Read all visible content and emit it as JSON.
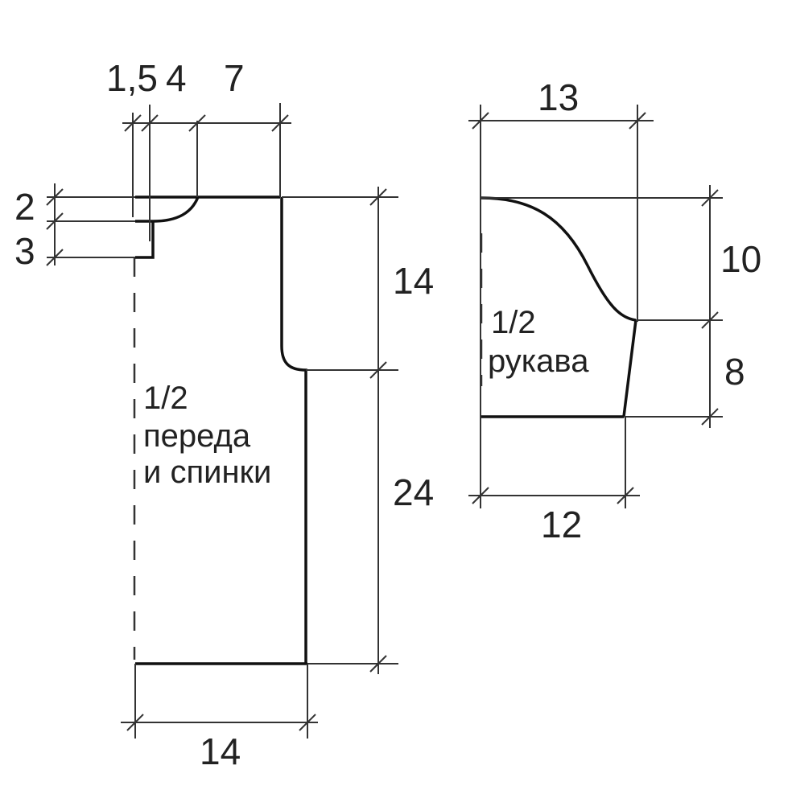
{
  "body_piece": {
    "label_line1": "1/2",
    "label_line2": "переда",
    "label_line3": "и спинки",
    "dim_top_a": "1,5",
    "dim_top_b": "4",
    "dim_top_c": "7",
    "dim_left_a": "2",
    "dim_left_b": "3",
    "dim_right_a": "14",
    "dim_right_b": "24",
    "dim_bottom": "14"
  },
  "sleeve_piece": {
    "label_line1": "1/2",
    "label_line2": "рукава",
    "dim_top": "13",
    "dim_right_a": "10",
    "dim_right_b": "8",
    "dim_bottom": "12"
  }
}
